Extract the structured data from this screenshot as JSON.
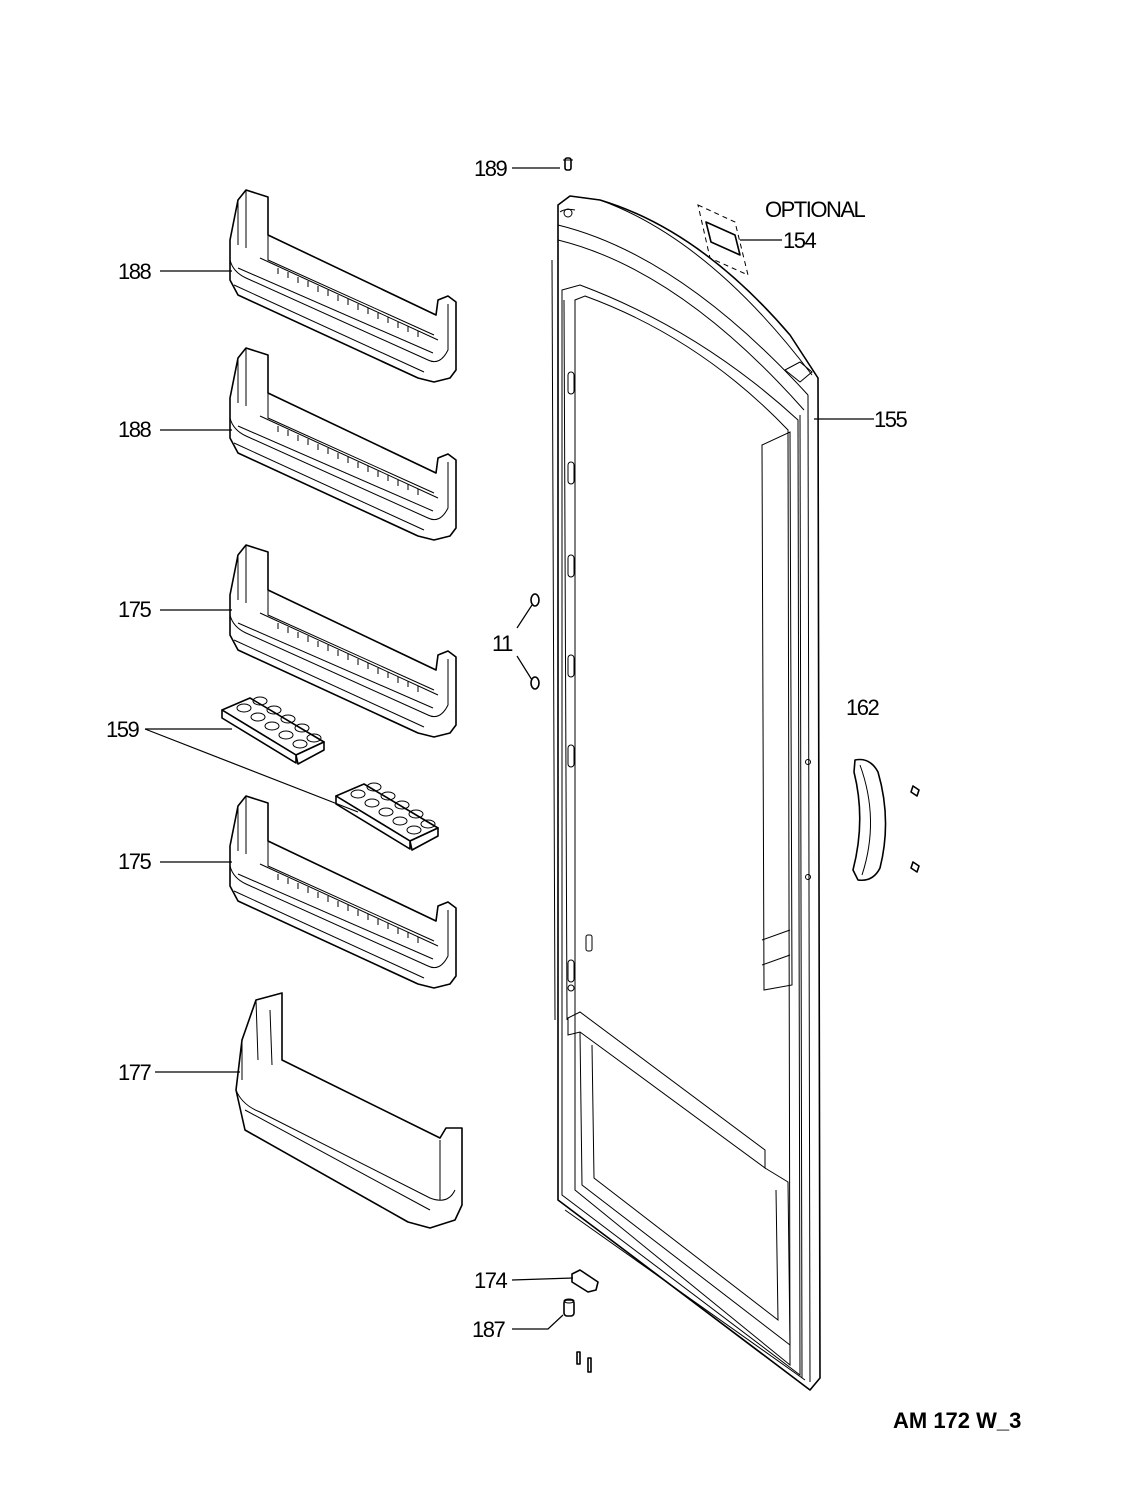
{
  "labels": {
    "p189": "189",
    "optional": "OPTIONAL",
    "p154": "154",
    "p188_top": "188",
    "p188_second": "188",
    "p155": "155",
    "p175_top": "175",
    "p11": "11",
    "p159": "159",
    "p162": "162",
    "p175_bottom": "175",
    "p177": "177",
    "p174": "174",
    "p187": "187"
  },
  "drawing_code": "AM 172 W_3"
}
